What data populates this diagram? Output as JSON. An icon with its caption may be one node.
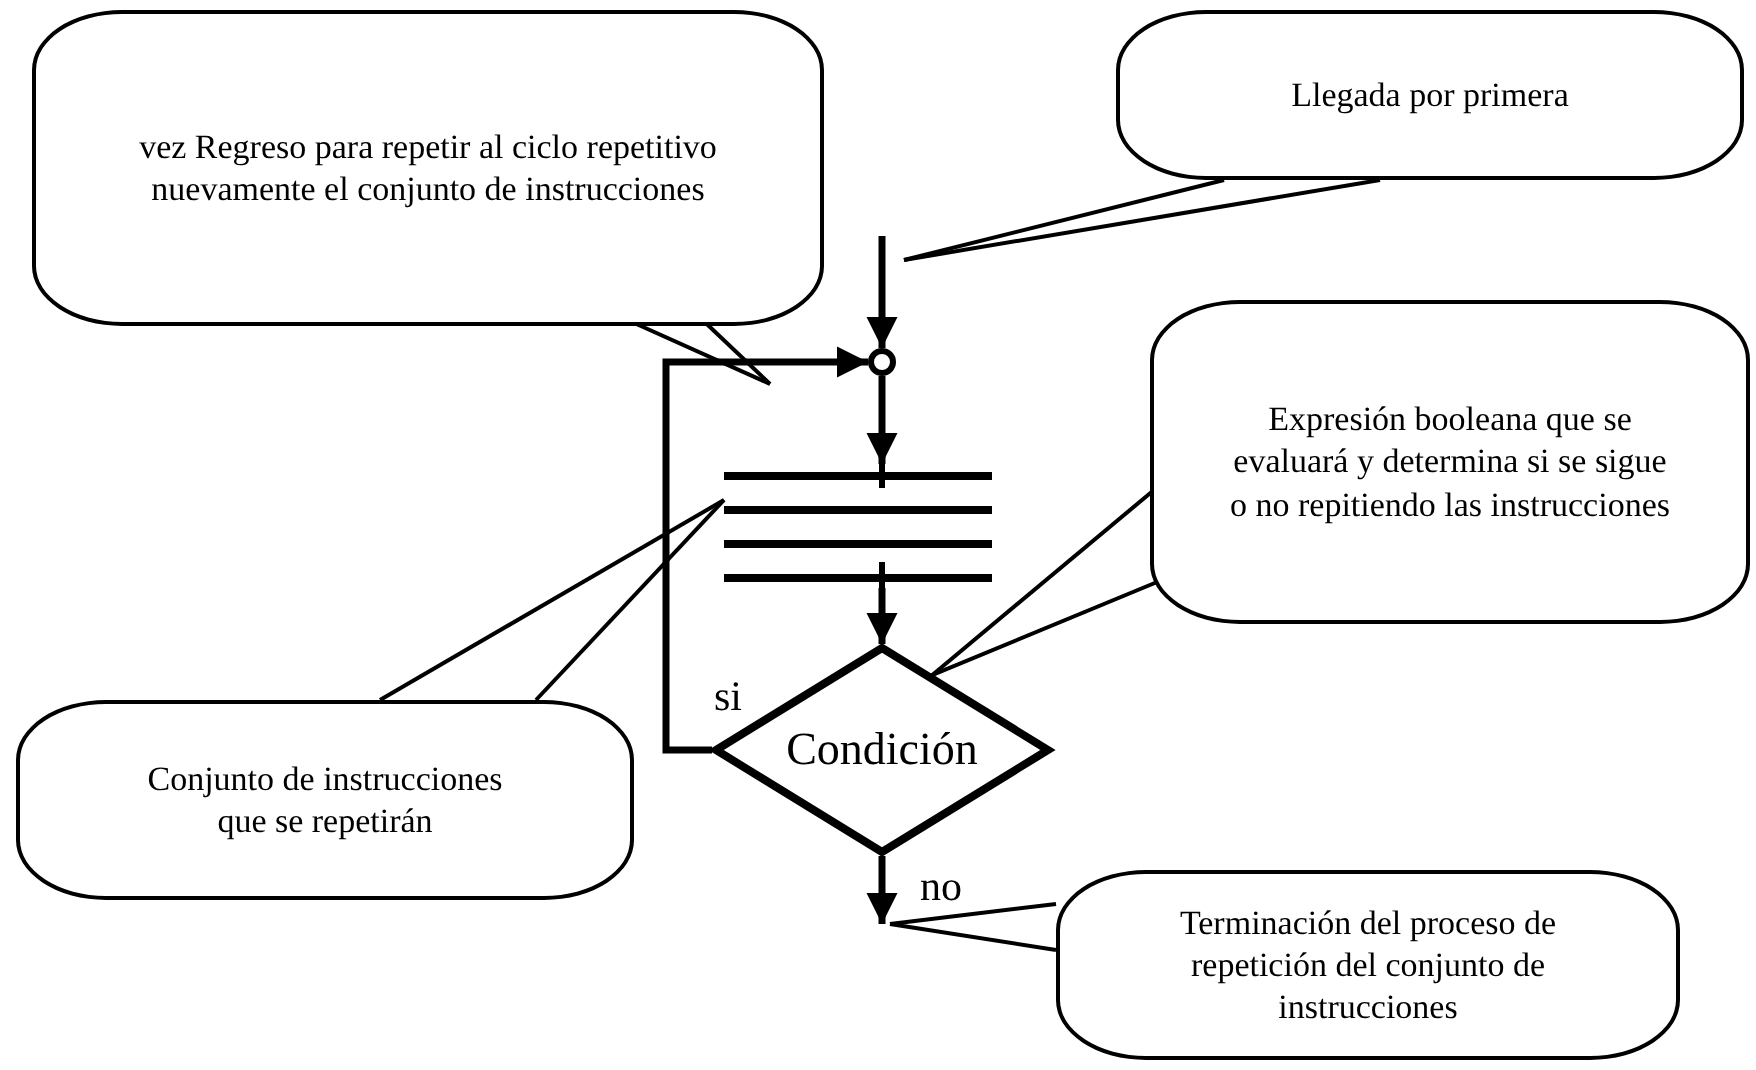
{
  "diagram": {
    "nodes": [
      {
        "text": [
          "vez Regreso para repetir al ciclo repetitivo nuevamente el conjunto de instrucciones"
        ]
      },
      {
        "text": [
          "Llegada por primera"
        ]
      },
      {
        "text": [],
        "shape": "circle"
      },
      {
        "text": [],
        "shape": "bar"
      },
      {
        "text": [
          "Expresión booleana que se evaluará y determina si se sigue o no repitiendo las instrucciones"
        ]
      },
      {
        "text": [
          "Conjunto de instrucciones que se repetirán"
        ]
      },
      {
        "text": [
          "Condición"
        ]
      },
      {
        "text": [
          "Terminación del proceso de repetición del conjunto de instrucciones"
        ]
      }
    ],
    "edges": [
      {
        "from": null,
        "to": 2,
        "arrow": "to"
      },
      {
        "from": 2,
        "to": 3,
        "arrow": "to"
      },
      {
        "from": 3,
        "to": 6,
        "arrow": "to"
      },
      {
        "from": 6,
        "to": 2,
        "arrow": "to",
        "label": "si"
      },
      {
        "from": 6,
        "to": null,
        "arrow": "to",
        "label": "no"
      },
      {
        "from": 0,
        "to": null,
        "arrow": "none"
      },
      {
        "from": 1,
        "to": null,
        "arrow": "none"
      },
      {
        "from": 4,
        "to": 6,
        "arrow": "none"
      },
      {
        "from": 5,
        "to": 3,
        "arrow": "none"
      },
      {
        "from": 7,
        "to": null,
        "arrow": "none"
      }
    ]
  }
}
